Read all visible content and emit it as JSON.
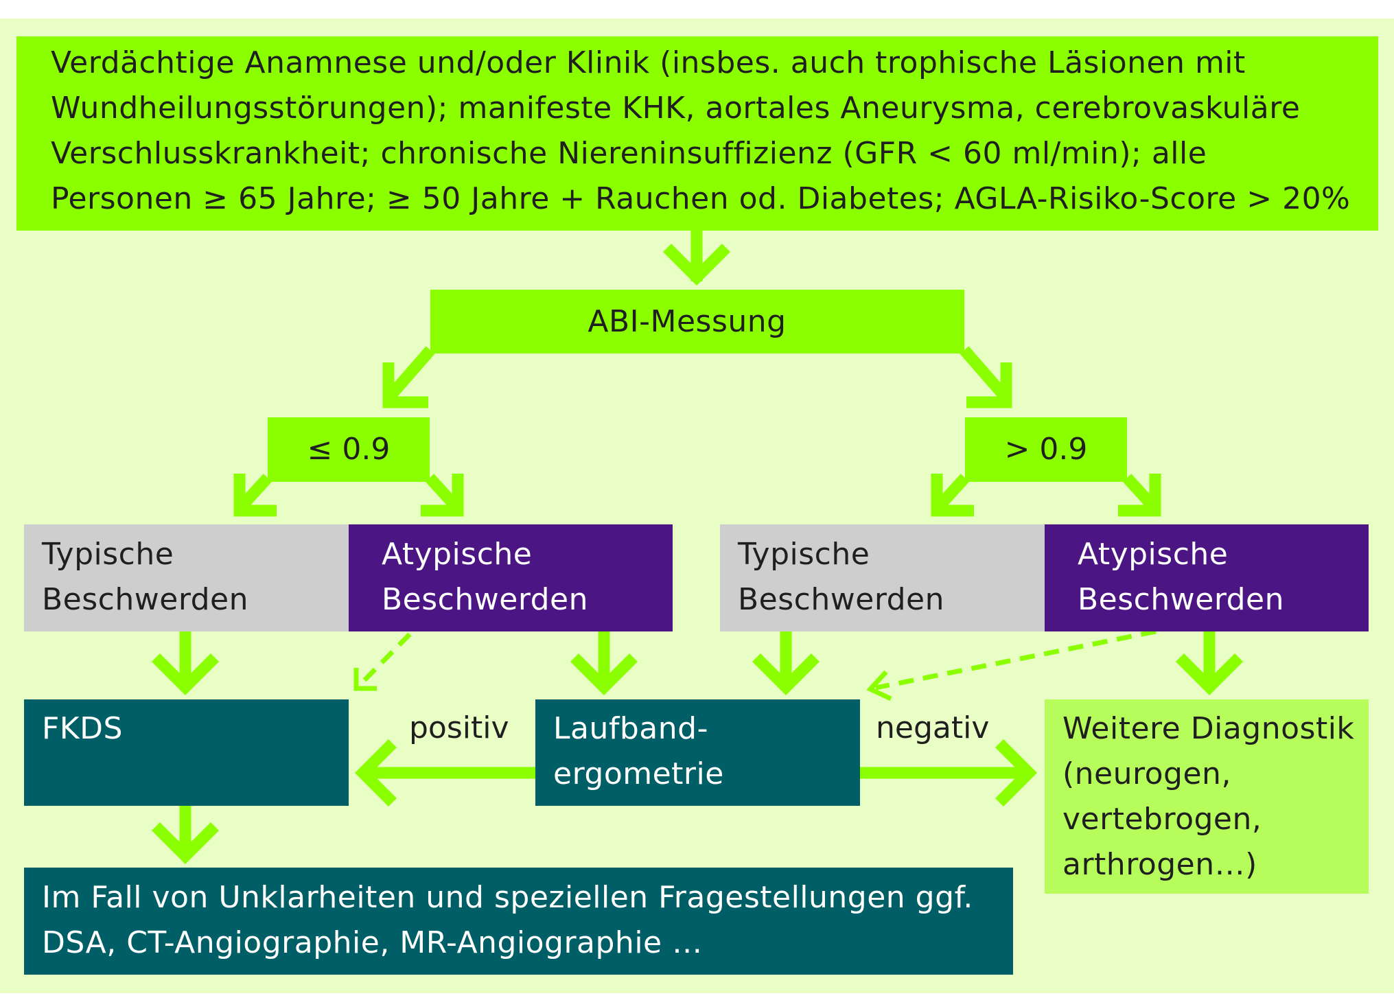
{
  "colors": {
    "background": "#e9fec5",
    "green": "#8bfe00",
    "light_green": "#b6fd5c",
    "gray": "#cecece",
    "purple": "#4b1683",
    "teal": "#005f66",
    "arrow": "#8bfe00"
  },
  "top_box": {
    "lines": [
      "Verdächtige Anamnese und/oder Klinik (insbes. auch trophische Läsionen mit",
      "Wundheilungsstörungen); manifeste KHK, aortales Aneurysma, cerebrovaskuläre",
      "Verschlusskrankheit; chronische Niereninsuffizienz (GFR < 60 ml/min); alle",
      "Personen ≥ 65 Jahre; ≥ 50 Jahre + Rauchen od. Diabetes; AGLA-Risiko-Score > 20%"
    ]
  },
  "abi": {
    "label": "ABI-Messung"
  },
  "threshold_left": {
    "label": "≤ 0.9"
  },
  "threshold_right": {
    "label": "> 0.9"
  },
  "left_branch": {
    "typical": {
      "line1": "Typische",
      "line2": "Beschwerden"
    },
    "atypical": {
      "line1": "Atypische",
      "line2": "Beschwerden"
    }
  },
  "right_branch": {
    "typical": {
      "line1": "Typische",
      "line2": "Beschwerden"
    },
    "atypical": {
      "line1": "Atypische",
      "line2": "Beschwerden"
    }
  },
  "fkds": {
    "label": "FKDS"
  },
  "laufband": {
    "line1": "Laufband-",
    "line2": "ergometrie"
  },
  "edge_labels": {
    "positiv": "positiv",
    "negativ": "negativ"
  },
  "weitere": {
    "lines": [
      "Weitere Diagnostik",
      "(neurogen,",
      "vertebrogen,",
      "arthrogen…)"
    ]
  },
  "fall": {
    "line1": "Im Fall von Unklarheiten und speziellen Fragestellungen ggf.",
    "line2": "DSA, CT-Angiographie, MR-Angiographie …"
  }
}
